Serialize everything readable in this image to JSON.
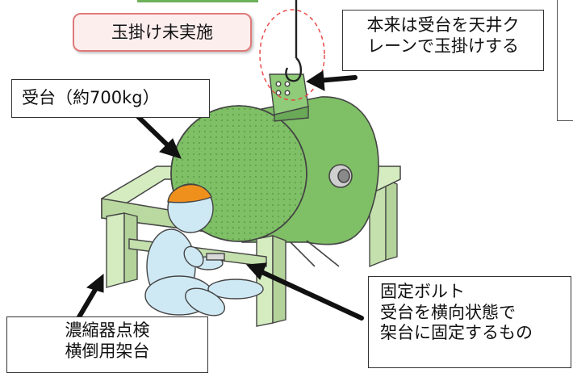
{
  "badge": {
    "unslung_label": "玉掛け未実施"
  },
  "callouts": {
    "crane_line1": "本来は受台を天井ク",
    "crane_line2": "レーンで玉掛けする",
    "cradle_label": "受台（約700kg）",
    "bolt_line1": "固定ボルト",
    "bolt_line2": "受台を横向状態で",
    "bolt_line3": "架台に固定するもの",
    "stand_line1": "濃縮器点検",
    "stand_line2": "横倒用架台"
  },
  "colors": {
    "vessel_green": "#7fbf66",
    "vessel_dark": "#5e9e4c",
    "stand_green": "#d4ecbf",
    "helmet_orange": "#f0901c",
    "worker_blue": "#cfe9f4",
    "badge_border": "#e07a7a",
    "badge_fill": "#fdeeee",
    "dash_circle": "#e84a4a"
  }
}
